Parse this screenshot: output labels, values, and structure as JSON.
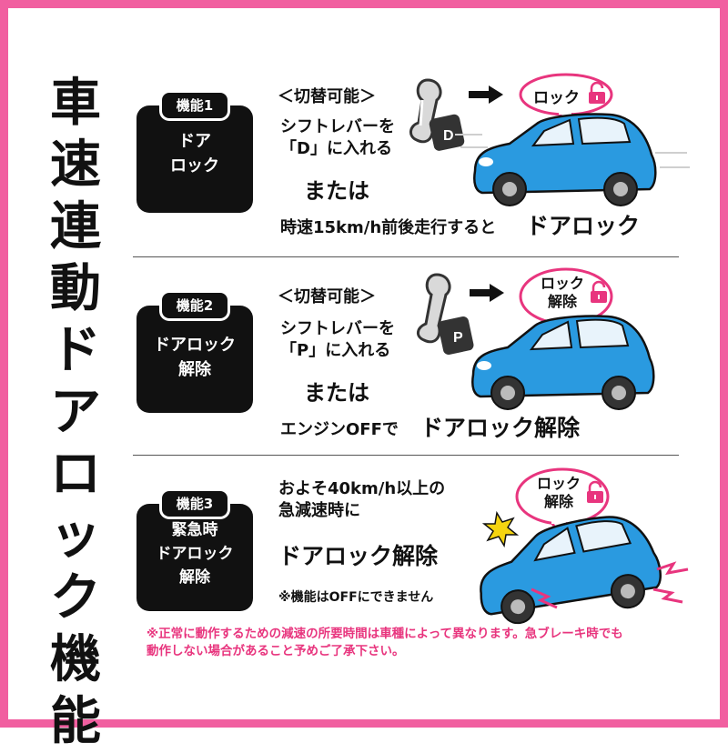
{
  "title_chars": [
    "車",
    "速",
    "連",
    "動",
    "ド",
    "ア",
    "ロ",
    "ッ",
    "ク",
    "機",
    "能"
  ],
  "colors": {
    "frame": "#f15fa0",
    "accent_pink": "#e8357e",
    "badge": "#111111",
    "car_blue": "#2a9ae0",
    "lock_red": "#e8357e"
  },
  "functions": [
    {
      "tab": "機能1",
      "name_lines": [
        "ドア",
        "ロック"
      ],
      "switchable": "＜切替可能＞",
      "condition_lines": [
        "シフトレバーを",
        "「D」に入れる"
      ],
      "or": "または",
      "speed_text": "時速15km/h前後走行すると",
      "result": "ドアロック",
      "gear_letter": "D",
      "bubble_lines": [
        "ロック"
      ],
      "lock_icon": "lock-open-icon"
    },
    {
      "tab": "機能2",
      "name_lines": [
        "ドアロック",
        "解除"
      ],
      "switchable": "＜切替可能＞",
      "condition_lines": [
        "シフトレバーを",
        "「P」に入れる"
      ],
      "or": "または",
      "speed_text": "エンジンOFFで",
      "result": "ドアロック解除",
      "gear_letter": "P",
      "bubble_lines": [
        "ロック",
        "解除"
      ],
      "lock_icon": "lock-open-icon"
    },
    {
      "tab": "機能3",
      "name_lines": [
        "緊急時",
        "ドアロック",
        "解除"
      ],
      "condition_lines": [
        "およそ40km/h以上の",
        "急減速時に"
      ],
      "result": "ドアロック解除",
      "note": "※機能はOFFにできません",
      "bubble_lines": [
        "ロック",
        "解除"
      ],
      "lock_icon": "lock-open-icon"
    }
  ],
  "footnote_lines": [
    "※正常に動作するための減速の所要時間は車種によって異なります。急ブレーキ時でも",
    "動作しない場合があること予めご了承下さい。"
  ]
}
